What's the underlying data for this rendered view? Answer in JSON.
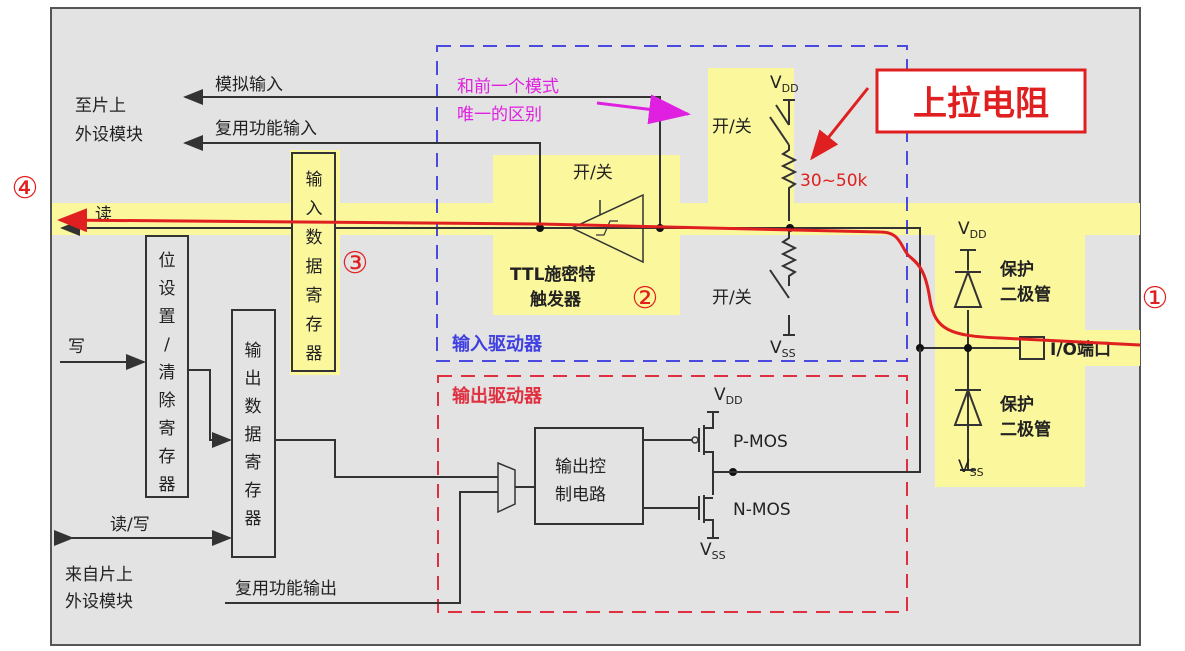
{
  "colors": {
    "background": "#e3e3e3",
    "highlight": "#fbf79c",
    "input_driver": "#4040e0",
    "output_driver": "#e03040",
    "annotation": "#e020e0",
    "pullup": "#e02020"
  },
  "left_top": {
    "analog_input": "模拟输入",
    "alt_input": "复用功能输入",
    "to_chip_line1": "至片上",
    "to_chip_line2": "外设模块",
    "read": "读"
  },
  "left_bottom": {
    "write": "写",
    "read_write": "读/写",
    "from_chip_line1": "来自片上",
    "from_chip_line2": "外设模块",
    "alt_output": "复用功能输出"
  },
  "registers": {
    "input_data": [
      "输",
      "入",
      "数",
      "据",
      "寄",
      "存",
      "器"
    ],
    "bit_set_reset": [
      "位",
      "设",
      "置",
      "/",
      "清",
      "除",
      "寄",
      "存",
      "器"
    ],
    "output_data": [
      "输",
      "出",
      "数",
      "据",
      "寄",
      "存",
      "器"
    ]
  },
  "input_driver": {
    "title": "输入驱动器",
    "schmitt_line1": "TTL施密特",
    "schmitt_line2": "触发器",
    "switch": "开/关"
  },
  "pull": {
    "vdd": "V",
    "vdd_sub": "DD",
    "vss": "V",
    "vss_sub": "SS",
    "switch_up": "开/关",
    "switch_down": "开/关",
    "value": "30~50k",
    "label": "上拉电阻"
  },
  "annotation": {
    "line1": "和前一个模式",
    "line2": "唯一的区别"
  },
  "output_driver": {
    "title": "输出驱动器",
    "control_line1": "输出控",
    "control_line2": "制电路",
    "pmos": "P-MOS",
    "nmos": "N-MOS",
    "vdd": "V",
    "vdd_sub": "DD",
    "vss": "V",
    "vss_sub": "SS"
  },
  "protection": {
    "line1": "保护",
    "line2": "二极管",
    "line1b": "保护",
    "line2b": "二极管",
    "vdd": "V",
    "vdd_sub": "DD",
    "vss": "V",
    "vss_sub": "SS"
  },
  "io_port": "I/O端口",
  "markers": {
    "m1": "①",
    "m2": "②",
    "m3": "③",
    "m4": "④"
  }
}
